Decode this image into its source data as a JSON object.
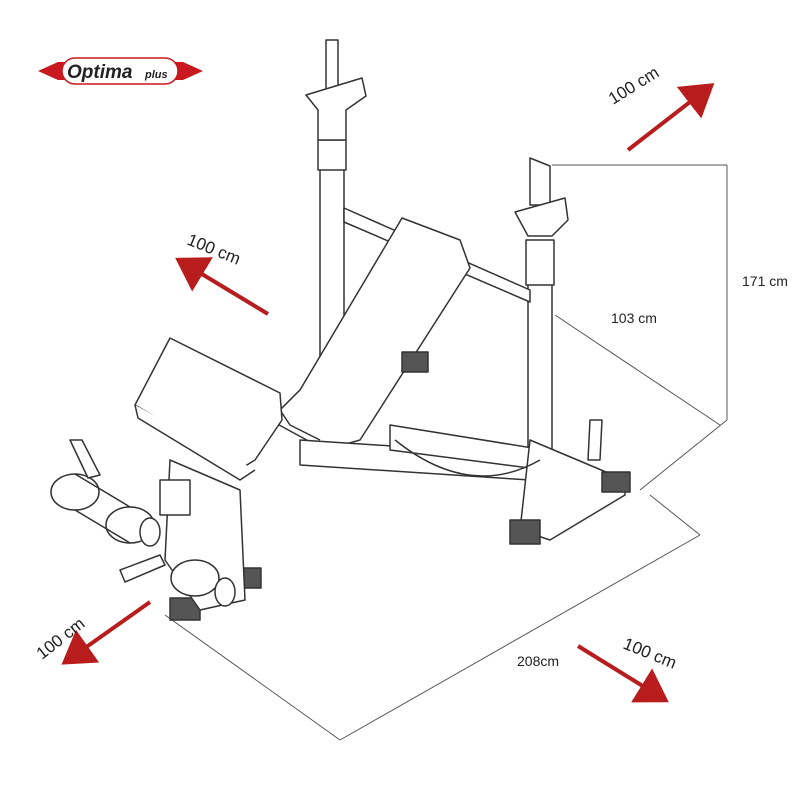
{
  "logo": {
    "brand": "Optima",
    "suffix": "plus",
    "accent_color": "#c8191e"
  },
  "dimensions": {
    "height": "171 cm",
    "width": "103 cm",
    "length": "208cm"
  },
  "clearance_labels": {
    "top_right": "100 cm",
    "top_left": "100 cm",
    "bottom_left": "100 cm",
    "bottom_right": "100 cm"
  },
  "colors": {
    "arrow": "#b81c1c",
    "line": "#333333",
    "dimension_line": "#555555"
  }
}
